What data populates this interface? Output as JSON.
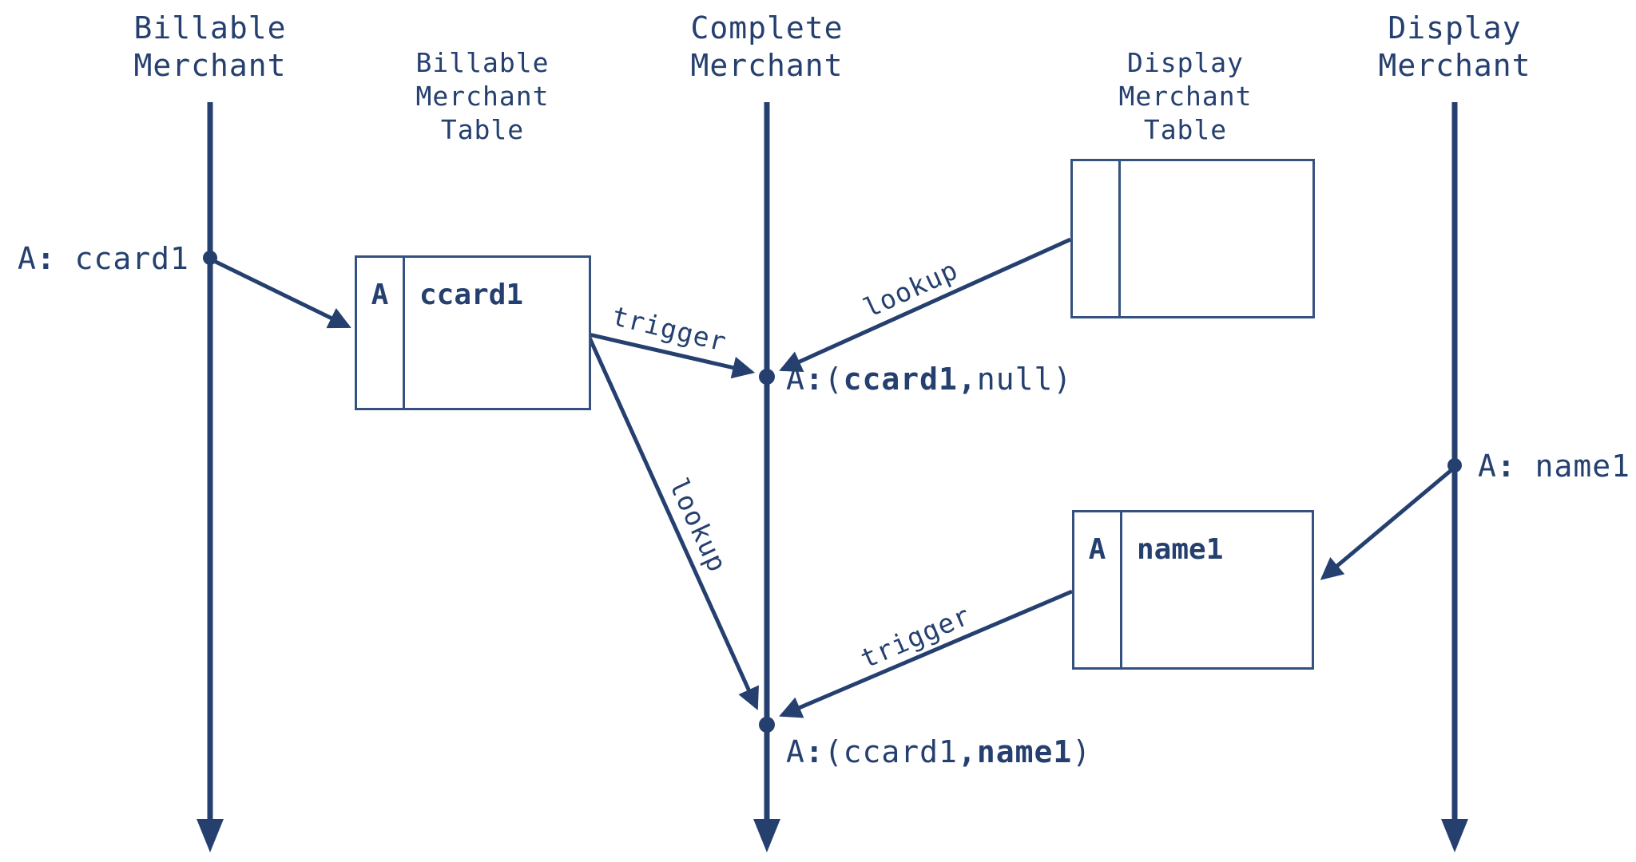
{
  "colors": {
    "ink": "#25406f",
    "box_border": "#35517f",
    "background": "#ffffff"
  },
  "lifelines": [
    {
      "name": "billable-merchant",
      "label": "Billable\nMerchant"
    },
    {
      "name": "complete-merchant",
      "label": "Complete\nMerchant"
    },
    {
      "name": "display-merchant",
      "label": "Display\nMerchant"
    }
  ],
  "table_labels": {
    "billable": "Billable\nMerchant\nTable",
    "display": "Display\nMerchant\nTable"
  },
  "tables": {
    "billable": {
      "key": "A",
      "value": "ccard1"
    },
    "display_empty": {
      "key": "",
      "value": ""
    },
    "display_filled": {
      "key": "A",
      "value": "name1"
    }
  },
  "events": {
    "billable_event": {
      "parts": [
        {
          "text": "A",
          "bold": false
        },
        {
          "text": ":",
          "bold": true
        },
        {
          "text": " ccard1",
          "bold": false
        }
      ]
    },
    "display_event": {
      "parts": [
        {
          "text": "A",
          "bold": false
        },
        {
          "text": ":",
          "bold": true
        },
        {
          "text": " name1",
          "bold": false
        }
      ]
    },
    "complete_first": {
      "parts": [
        {
          "text": "A",
          "bold": false
        },
        {
          "text": ":",
          "bold": true
        },
        {
          "text": "(",
          "bold": false
        },
        {
          "text": "ccard1,",
          "bold": true
        },
        {
          "text": "null)",
          "bold": false
        }
      ]
    },
    "complete_second": {
      "parts": [
        {
          "text": "A",
          "bold": false
        },
        {
          "text": ":",
          "bold": true
        },
        {
          "text": "(ccard1",
          "bold": false
        },
        {
          "text": ",name1",
          "bold": true
        },
        {
          "text": ")",
          "bold": false
        }
      ]
    }
  },
  "arrow_labels": {
    "trigger_first": "trigger",
    "lookup_first": "lookup",
    "lookup_second": "lookup",
    "trigger_second": "trigger"
  }
}
